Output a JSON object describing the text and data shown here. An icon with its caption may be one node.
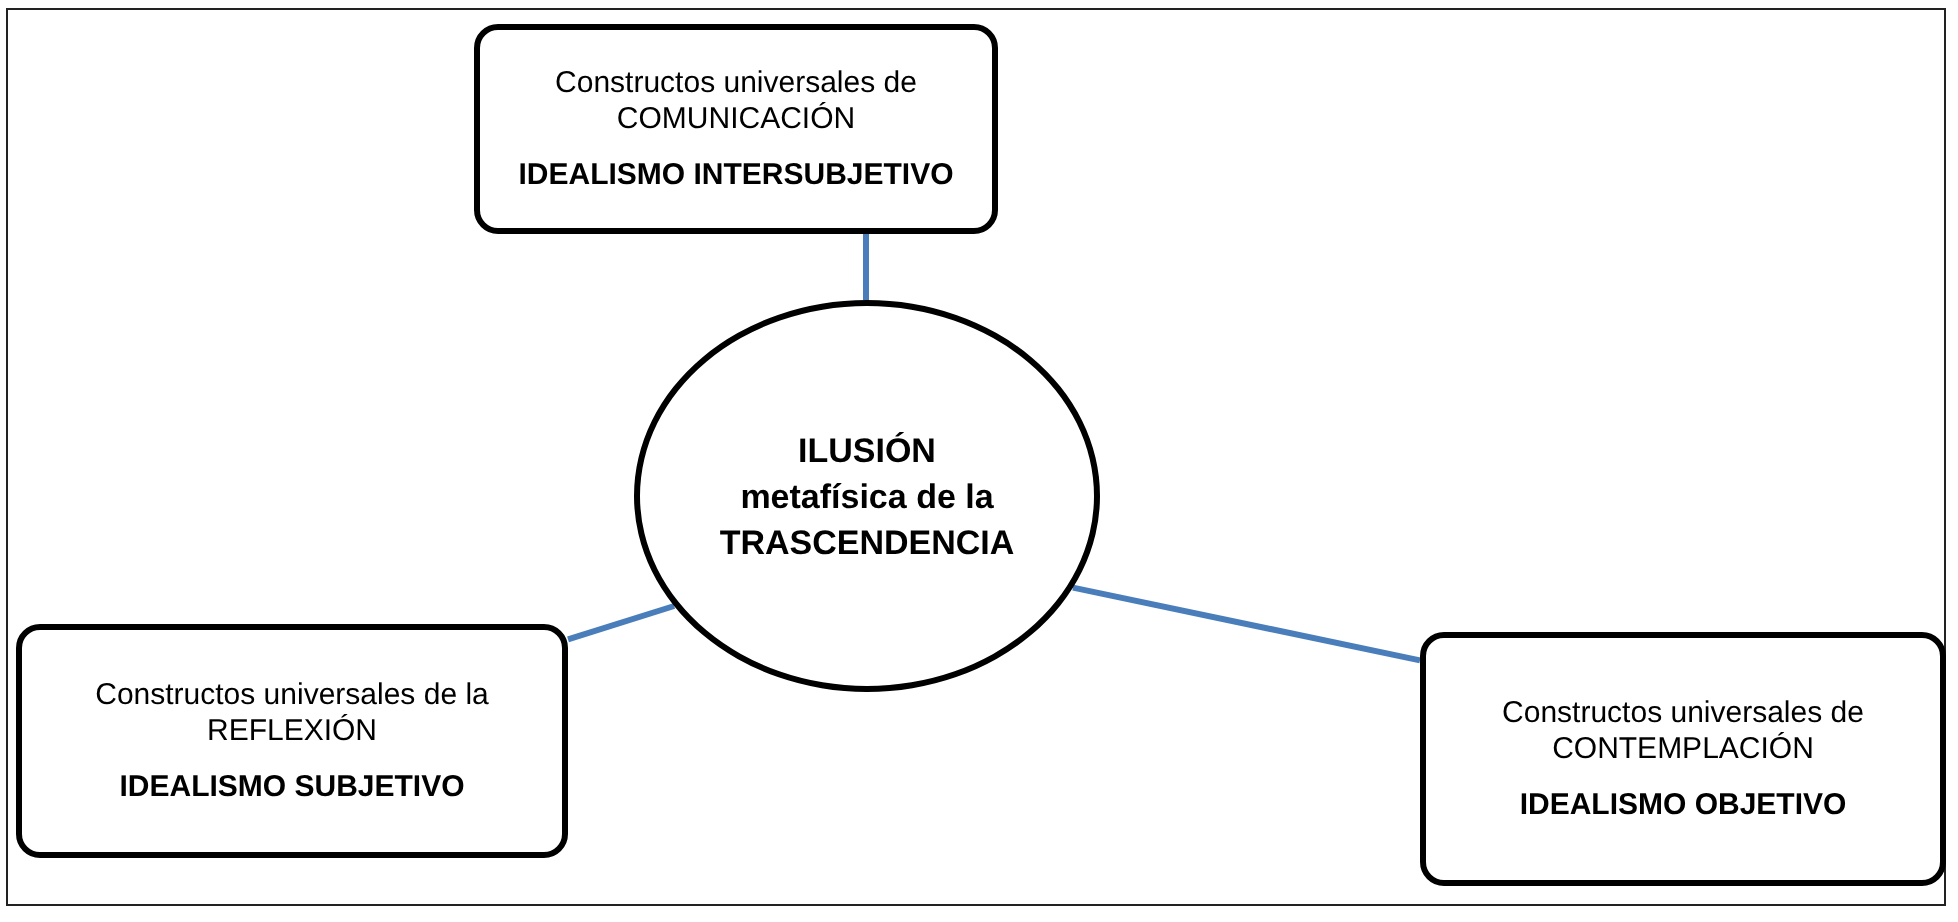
{
  "diagram": {
    "nodes": [
      {
        "text": [
          "Constructos universales de COMUNICACIÓN",
          "IDEALISMO INTERSUBJETIVO"
        ]
      },
      {
        "text": [
          "ILUSIÓN metafísica de la TRASCENDENCIA"
        ]
      },
      {
        "text": [
          "Constructos universales de la REFLEXIÓN",
          "IDEALISMO SUBJETIVO"
        ]
      },
      {
        "text": [
          "Constructos universales de CONTEMPLACIÓN",
          "IDEALISMO OBJETIVO"
        ]
      }
    ],
    "edges": [
      {
        "from": 1,
        "to": 0,
        "arrow": "none"
      },
      {
        "from": 1,
        "to": 2,
        "arrow": "none"
      },
      {
        "from": 1,
        "to": 3,
        "arrow": "none"
      }
    ]
  }
}
